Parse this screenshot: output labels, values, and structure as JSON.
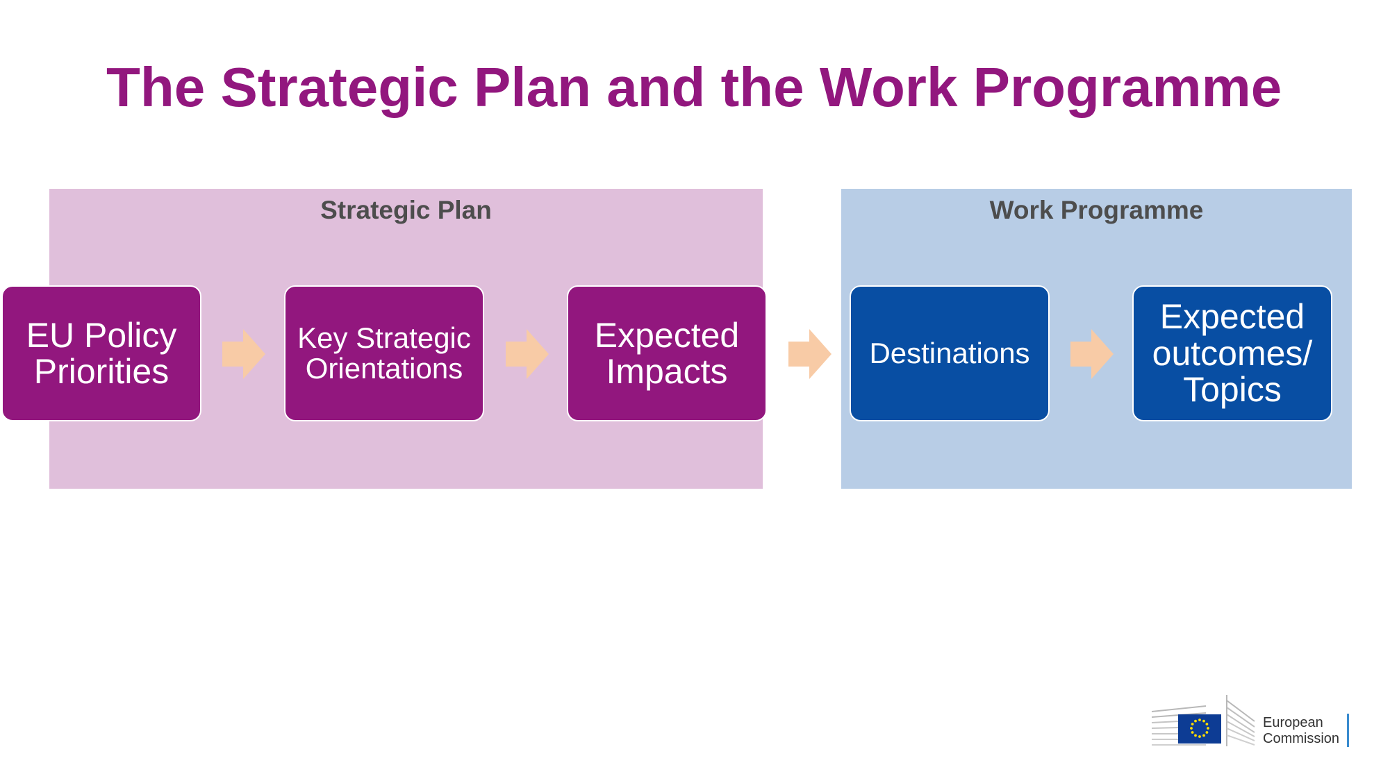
{
  "title": "The Strategic Plan and the Work Programme",
  "panels": {
    "strategic": {
      "label": "Strategic Plan",
      "color": "#e0bfdb"
    },
    "work": {
      "label": "Work Programme",
      "color": "#b8cde6"
    }
  },
  "boxes": [
    {
      "lines": [
        "EU Policy",
        "Priorities"
      ],
      "color": "#92177e"
    },
    {
      "lines": [
        "Key Strategic",
        "Orientations"
      ],
      "color": "#92177e"
    },
    {
      "lines": [
        "Expected",
        "Impacts"
      ],
      "color": "#92177e"
    },
    {
      "lines": [
        "Destinations"
      ],
      "color": "#084ea3"
    },
    {
      "lines": [
        "Expected",
        "outcomes/",
        "Topics"
      ],
      "color": "#084ea3"
    }
  ],
  "arrow_color": "#f8cba6",
  "logo": {
    "line1": "European",
    "line2": "Commission",
    "icon": "eu-flag-icon"
  }
}
